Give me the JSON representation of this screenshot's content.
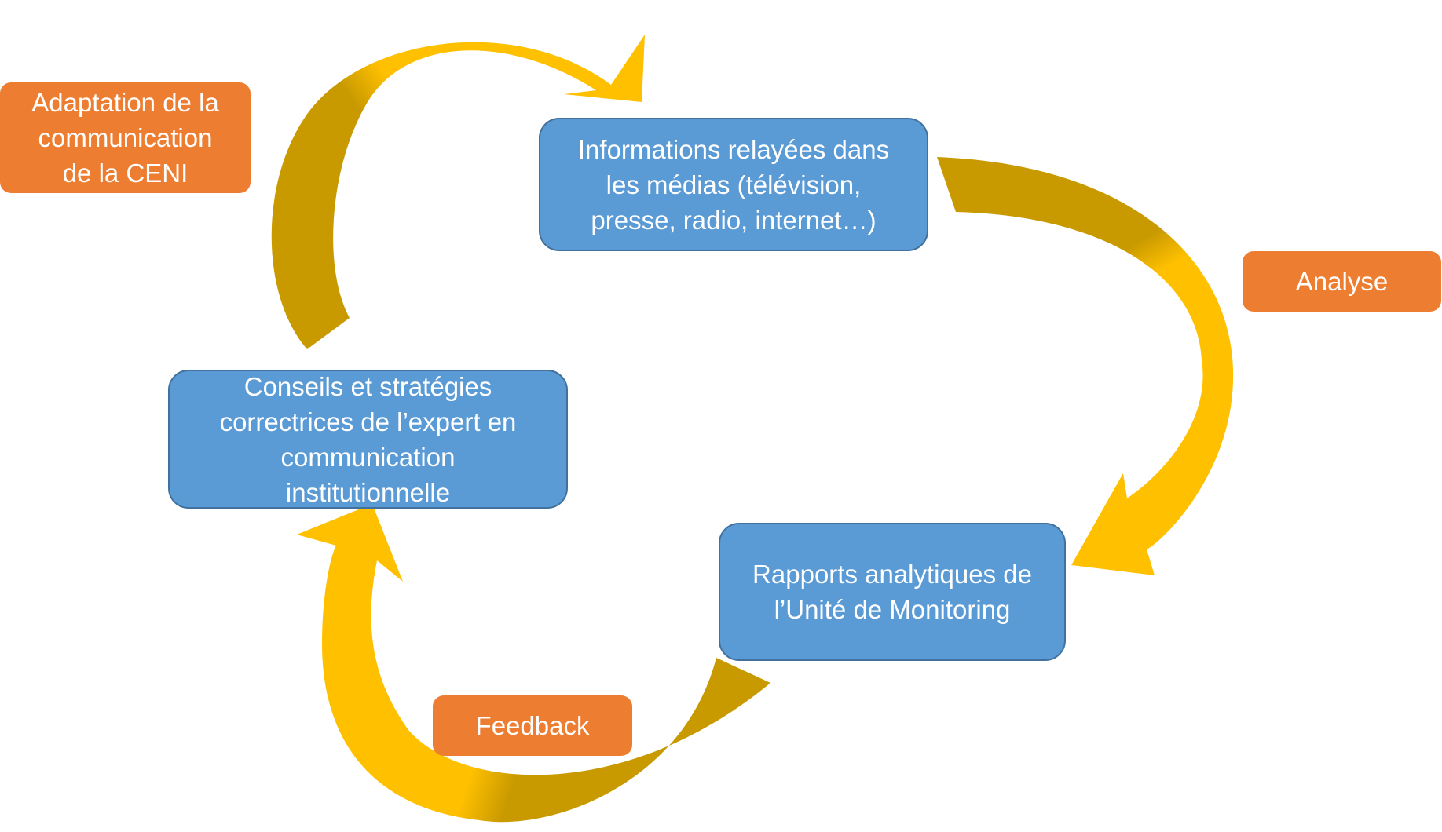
{
  "colors": {
    "arrow_light": "#ffc000",
    "arrow_dark": "#c99a00",
    "process_box": "#5b9bd5",
    "process_border": "#41719c",
    "label_box": "#ed7d31",
    "text": "#ffffff"
  },
  "nodes": {
    "medias": {
      "text": "Informations relayées dans\nles médias (télévision,\npresse, radio, internet…)"
    },
    "rapports": {
      "text": "Rapports analytiques de\nl’Unité de Monitoring"
    },
    "conseils": {
      "text": "Conseils et stratégies\ncorrectrices de l’expert en\ncommunication\ninstitutionnelle"
    }
  },
  "labels": {
    "analyse": "Analyse",
    "feedback": "Feedback",
    "adaptation": "Adaptation de la\ncommunication\nde la CENI"
  }
}
